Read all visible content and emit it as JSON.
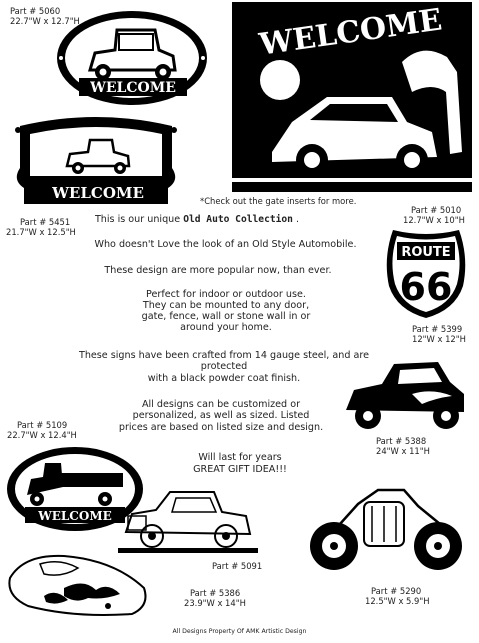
{
  "products": [
    {
      "part": "Part # 5060",
      "size": "22.7\"W x 12.7\"H",
      "sign_text": "WELCOME"
    },
    {
      "part": "Part # 5451",
      "size": "21.7\"W x 12.5\"H",
      "sign_text": "WELCOME"
    },
    {
      "part": "Part # 5010",
      "size": "12.7\"W x 10\"H",
      "sign_text": "WELCOME"
    },
    {
      "part": "Part # 5399",
      "size": "12\"W x 12\"H",
      "sign_text": "ROUTE",
      "sign_number": "66"
    },
    {
      "part": "Part # 5388",
      "size": "24\"W x 11\"H"
    },
    {
      "part": "Part # 5109",
      "size": "22.7\"W x 12.4\"H",
      "sign_text": "WELCOME"
    },
    {
      "part": "Part # 5091"
    },
    {
      "part": "Part # 5386",
      "size": "23.9\"W x 14\"H"
    },
    {
      "part": "Part # 5290",
      "size": "12.5\"W x 5.9\"H"
    }
  ],
  "gate_note": "*Check out the gate inserts for more.",
  "intro": {
    "prefix": "This is our unique ",
    "highlight": "Old Auto Collection",
    "suffix": " ."
  },
  "paragraphs": [
    "Who doesn't Love the look of an Old Style Automobile.",
    "These design are more popular now, than ever.",
    "Perfect for indoor or outdoor use.",
    "They can be mounted to any door,",
    "gate, fence, wall or stone wall in or",
    "around your home.",
    "These signs have been crafted from 14 gauge steel, and are",
    "protected",
    "with a black powder coat finish.",
    "All designs can be customized or",
    "personalized, as well as sized. Listed",
    "prices are based on listed size and design.",
    "Will last for years",
    "GREAT GIFT IDEA!!!"
  ],
  "footer": "All Designs Property Of AMK Artistic Design"
}
